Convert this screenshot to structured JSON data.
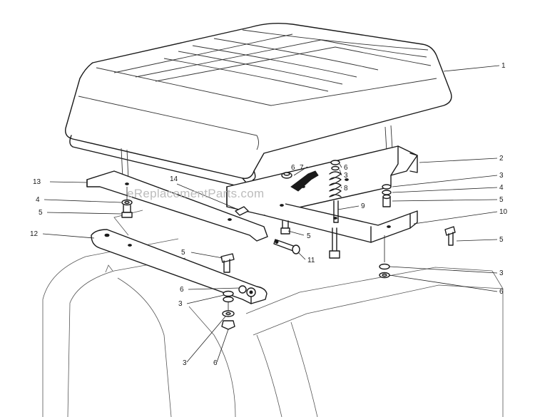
{
  "watermark": "eReplacementParts.com",
  "callouts": [
    {
      "id": "c1",
      "text": "1"
    },
    {
      "id": "c2",
      "text": "2"
    },
    {
      "id": "c3a",
      "text": "3"
    },
    {
      "id": "c4a",
      "text": "4"
    },
    {
      "id": "c5a",
      "text": "5"
    },
    {
      "id": "c10",
      "text": "10"
    },
    {
      "id": "c5b",
      "text": "5"
    },
    {
      "id": "c3b",
      "text": "3"
    },
    {
      "id": "c6a",
      "text": "6"
    },
    {
      "id": "c13",
      "text": "13"
    },
    {
      "id": "c4b",
      "text": "4"
    },
    {
      "id": "c5c",
      "text": "5"
    },
    {
      "id": "c12",
      "text": "12"
    },
    {
      "id": "c14",
      "text": "14"
    },
    {
      "id": "c6b",
      "text": "6"
    },
    {
      "id": "c7",
      "text": "7"
    },
    {
      "id": "c3c",
      "text": "3"
    },
    {
      "id": "c8",
      "text": "8"
    },
    {
      "id": "c9",
      "text": "9"
    },
    {
      "id": "c5d",
      "text": "5"
    },
    {
      "id": "c11",
      "text": "11"
    },
    {
      "id": "c5e",
      "text": "5"
    },
    {
      "id": "c6c",
      "text": "6"
    },
    {
      "id": "c3d",
      "text": "3"
    },
    {
      "id": "c3e",
      "text": "3"
    },
    {
      "id": "c6d",
      "text": "6"
    }
  ]
}
